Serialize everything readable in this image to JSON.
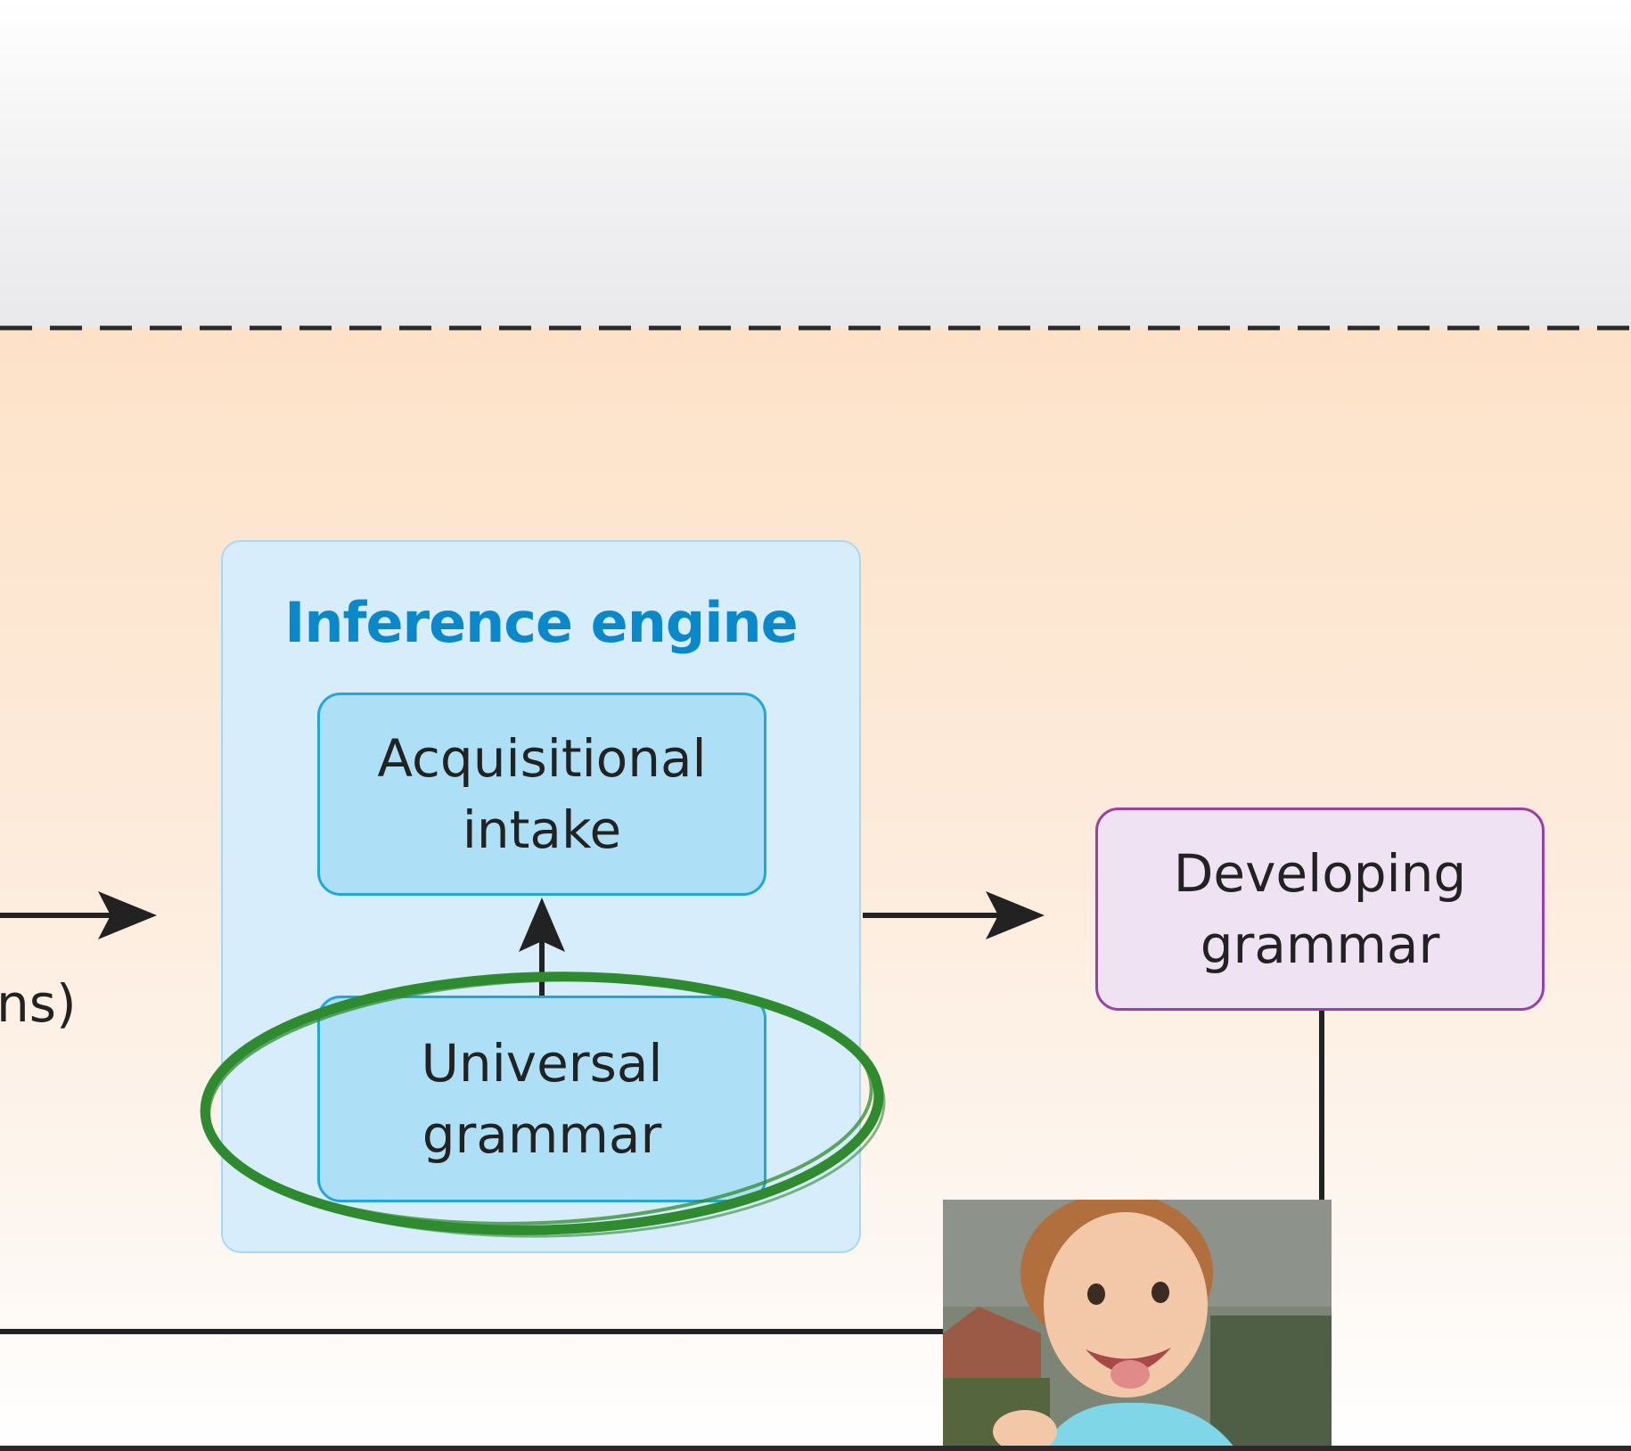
{
  "diagram": {
    "engine_title": "Inference engine",
    "acquisitional_intake": "Acquisitional\nintake",
    "universal_grammar": "Universal\ngrammar",
    "developing_grammar": "Developing\ngrammar",
    "partial_left_label": "ns)"
  },
  "colors": {
    "engine_title": "#0a88cc",
    "engine_panel_fill": "#d8edfb",
    "inner_box_fill": "#ade0f6",
    "inner_box_border": "#1ea8e0",
    "developing_fill": "#efe3f3",
    "developing_border": "#9c3ea8",
    "highlight_ellipse": "#2e8b2e",
    "arrows": "#222222"
  },
  "annotation": {
    "highlight": "green hand-drawn ellipse around Universal grammar"
  },
  "photo": {
    "subject": "smiling toddler",
    "icon": "child-photo"
  }
}
